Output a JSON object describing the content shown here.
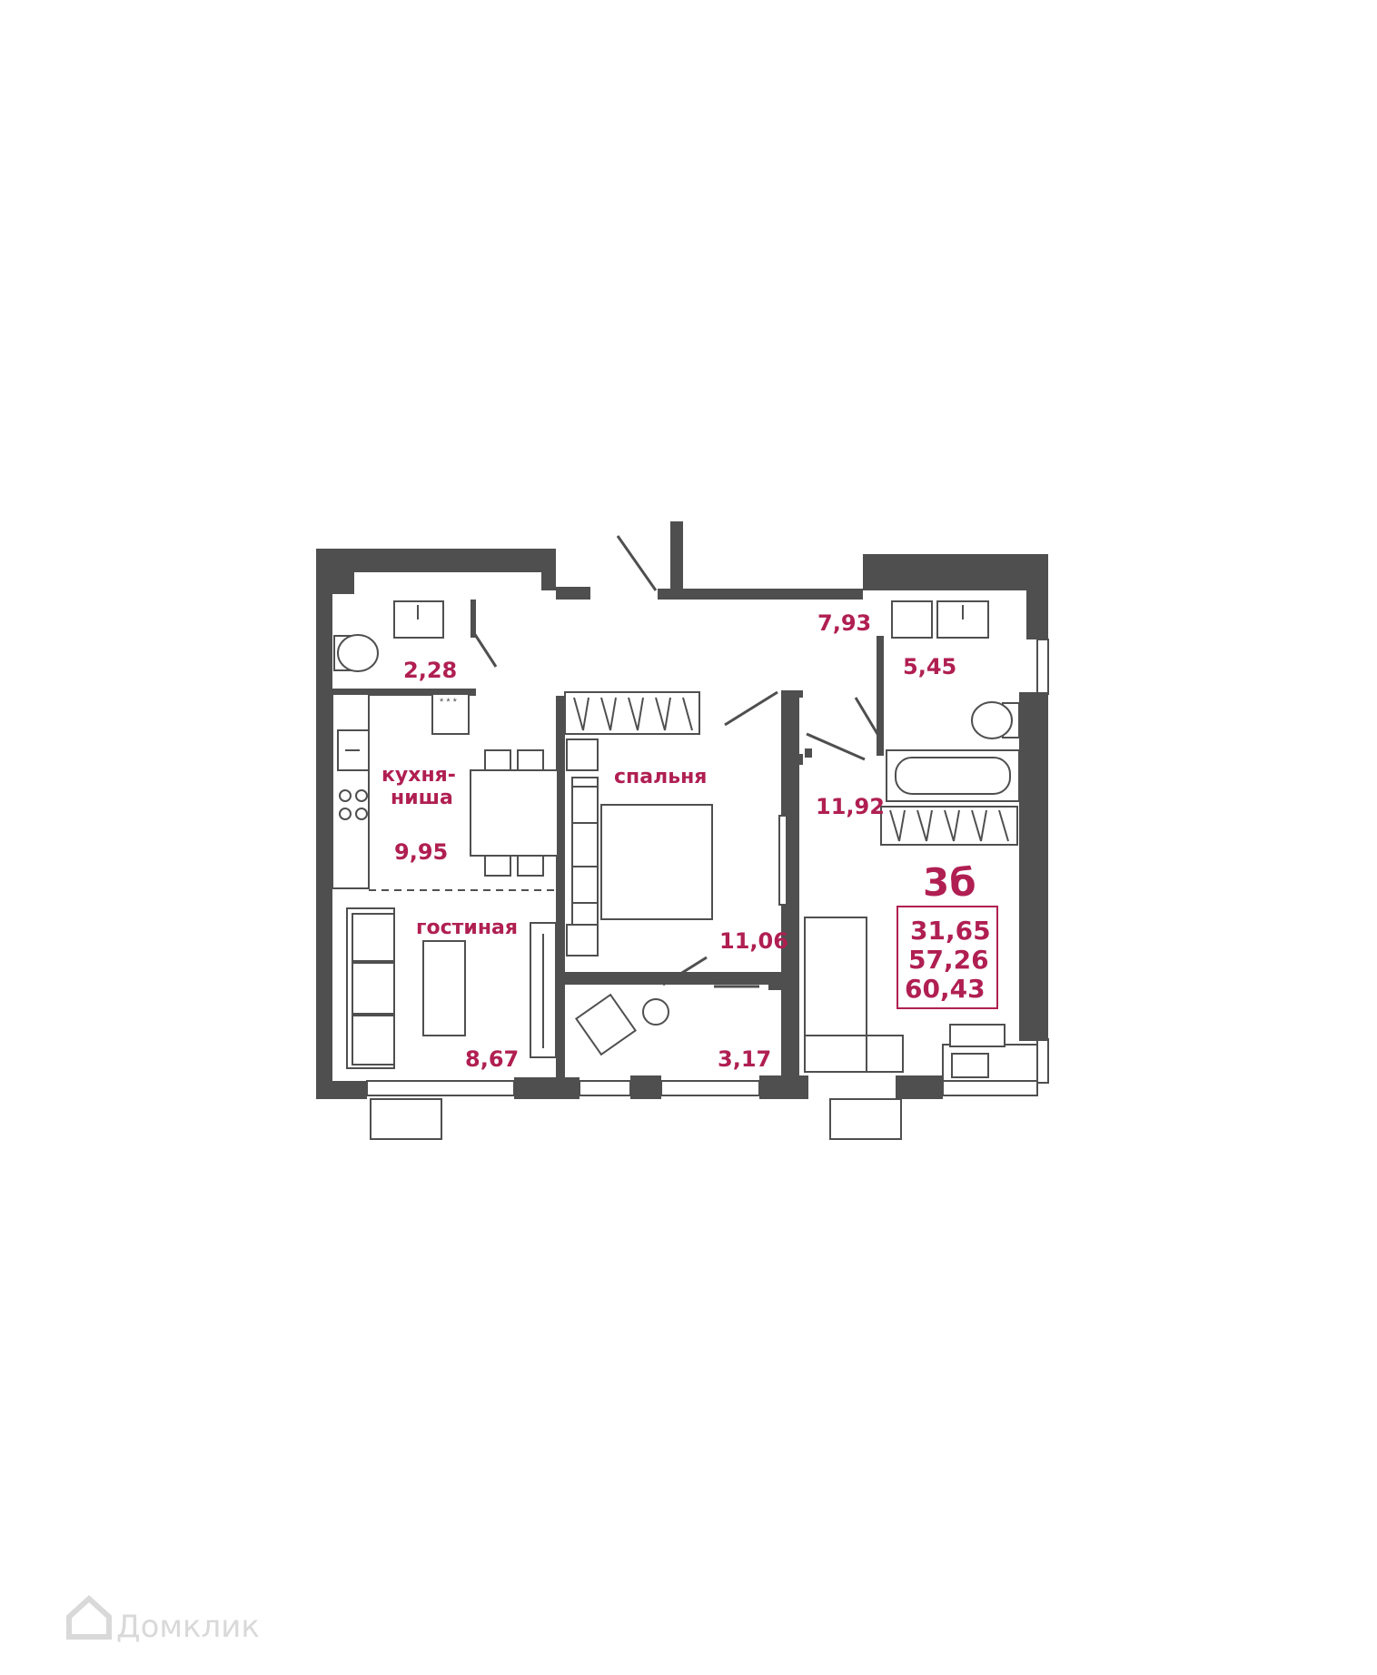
{
  "floor_plan": {
    "unit_number": "3б",
    "areas_box": [
      "31,65",
      "57,26",
      "60,43"
    ],
    "rooms": {
      "bathroom_left_area": "2,28",
      "hallway_area": "7,93",
      "bathroom_right_area": "5,45",
      "kitchen_label": [
        "кухня-",
        "ниша"
      ],
      "kitchen_area": "9,95",
      "bedroom_label": "спальня",
      "bedroom_area": "11,06",
      "living_label": "гостиная",
      "living_area": "8,67",
      "storage_area": "3,17",
      "right_room_area": "11,92"
    },
    "colors": {
      "wall": "#4f4f4f",
      "label": "#b01f52",
      "watermark": "#d9d9d9"
    }
  },
  "watermark": {
    "text": "Домклик",
    "icon": "house-icon"
  }
}
